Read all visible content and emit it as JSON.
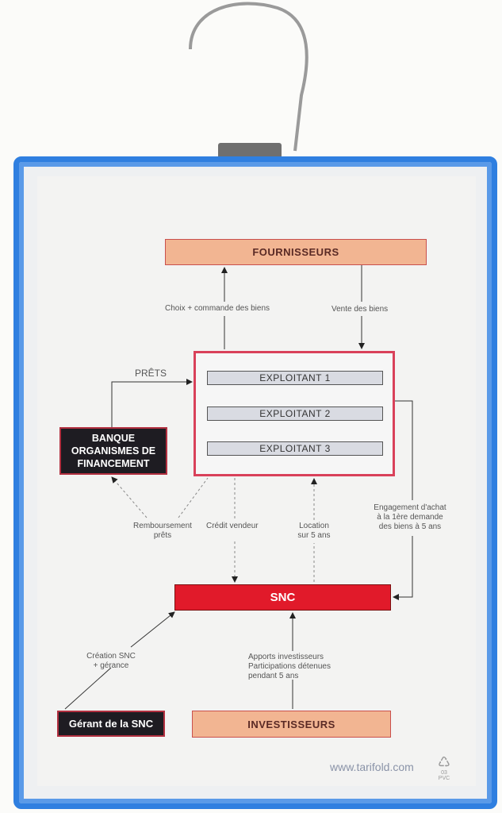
{
  "nodes": {
    "fournisseurs": "FOURNISSEURS",
    "exploitants": [
      "EXPLOITANT 1",
      "EXPLOITANT 2",
      "EXPLOITANT 3"
    ],
    "banque": [
      "BANQUE",
      "ORGANISMES DE",
      "FINANCEMENT"
    ],
    "snc": "SNC",
    "gerant": "Gérant de la SNC",
    "investisseurs": "INVESTISSEURS"
  },
  "edges": {
    "choix": "Choix + commande des biens",
    "vente": "Vente des biens",
    "prets": "PRÊTS",
    "remboursement": [
      "Remboursement",
      "prêts"
    ],
    "credit": "Crédit vendeur",
    "location": [
      "Location",
      "sur 5 ans"
    ],
    "engagement": [
      "Engagement d'achat",
      "à la 1ère demande",
      "des biens à 5 ans"
    ],
    "creation": [
      "Création SNC",
      "+ gérance"
    ],
    "apports": [
      "Apports investisseurs",
      "Participations détenues",
      "pendant 5 ans"
    ]
  },
  "footer": {
    "website": "www.tarifold.com",
    "recycle_code": "03",
    "recycle_material": "PVC"
  },
  "colors": {
    "frame": "#2f7fe0",
    "snc": "#e11a2a",
    "salmon": "#f2b592",
    "exploitant_border": "#d9415a"
  }
}
